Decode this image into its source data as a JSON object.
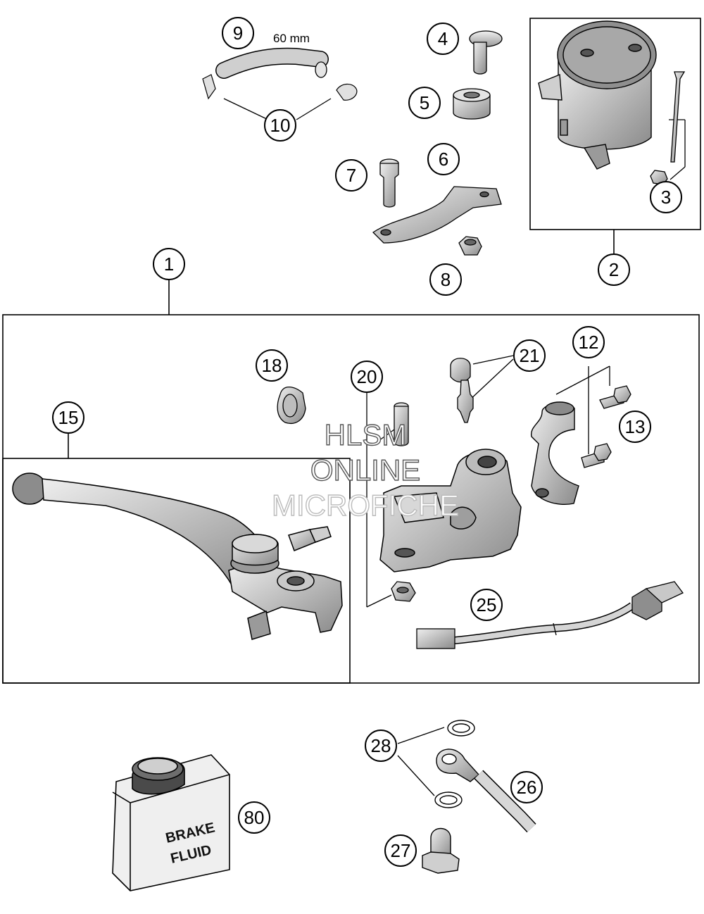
{
  "callouts": [
    {
      "id": "c9",
      "label": "9"
    },
    {
      "id": "c10",
      "label": "10"
    },
    {
      "id": "c4",
      "label": "4"
    },
    {
      "id": "c5",
      "label": "5"
    },
    {
      "id": "c6",
      "label": "6"
    },
    {
      "id": "c7",
      "label": "7"
    },
    {
      "id": "c8",
      "label": "8"
    },
    {
      "id": "c3",
      "label": "3"
    },
    {
      "id": "c2",
      "label": "2"
    },
    {
      "id": "c1",
      "label": "1"
    },
    {
      "id": "c18",
      "label": "18"
    },
    {
      "id": "c20",
      "label": "20"
    },
    {
      "id": "c21",
      "label": "21"
    },
    {
      "id": "c12",
      "label": "12"
    },
    {
      "id": "c13",
      "label": "13"
    },
    {
      "id": "c15",
      "label": "15"
    },
    {
      "id": "c25",
      "label": "25"
    },
    {
      "id": "c28",
      "label": "28"
    },
    {
      "id": "c26",
      "label": "26"
    },
    {
      "id": "c27",
      "label": "27"
    },
    {
      "id": "c80",
      "label": "80"
    }
  ],
  "notes": {
    "hose_length": "60 mm"
  },
  "container_label": {
    "line1": "BRAKE",
    "line2": "FLUID"
  },
  "watermark": {
    "line1": "HLSM",
    "line2": "ONLINE",
    "line3": "MICROFICHE"
  },
  "colors": {
    "line": "#000000",
    "part_fill": "#d0d0d0",
    "part_dark": "#8c8c8c",
    "background": "#ffffff"
  }
}
